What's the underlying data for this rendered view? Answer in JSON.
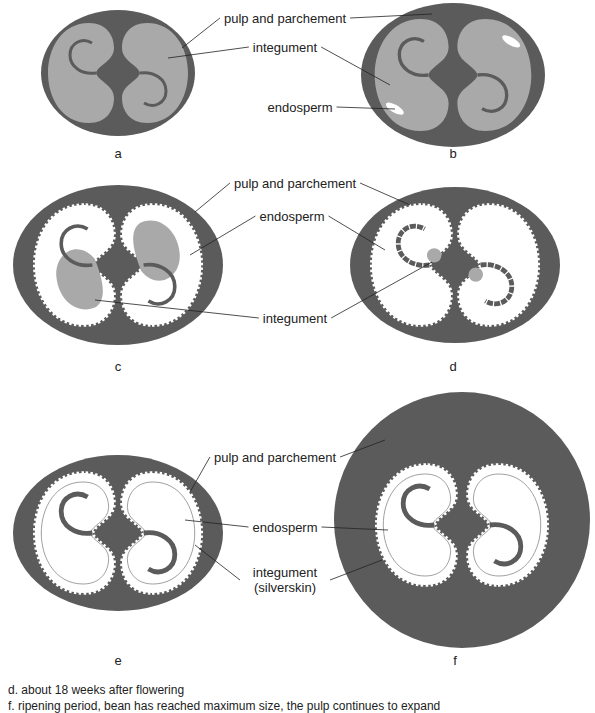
{
  "diagram": {
    "labels": [
      "pulp and parchement",
      "integument",
      "endosperm",
      "a",
      "b",
      "pulp and parchement",
      "endosperm",
      "integument",
      "c",
      "d",
      "pulp and parchement",
      "endosperm",
      "integument (silverskin)",
      "e",
      "f",
      "d. about 18 weeks after flowering",
      "f. ripening period, bean has reached maximum size, the pulp continues to expand"
    ]
  }
}
